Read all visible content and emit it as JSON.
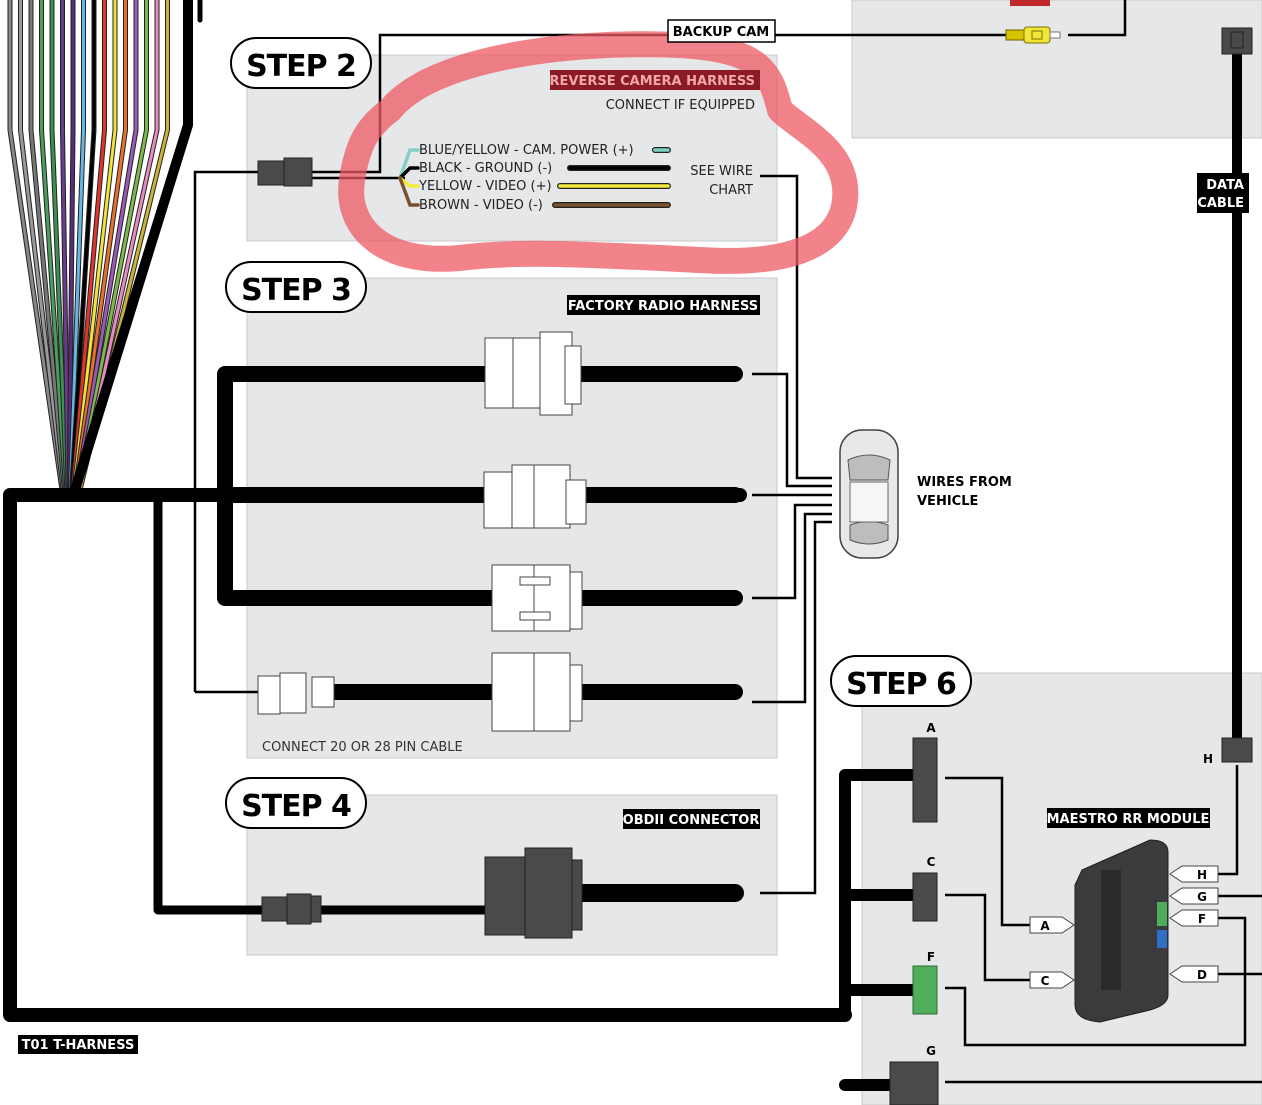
{
  "steps": {
    "step2": "STEP 2",
    "step3": "STEP 3",
    "step4": "STEP 4",
    "step6": "STEP 6"
  },
  "labels": {
    "backup_cam": "BACKUP CAM",
    "reverse_camera_harness": "REVERSE CAMERA HARNESS",
    "connect_if_equipped": "CONNECT IF EQUIPPED",
    "see_wire_line1": "SEE WIRE",
    "see_wire_line2": "CHART",
    "factory_radio_harness": "FACTORY RADIO HARNESS",
    "connect_20_28": "CONNECT 20 OR 28 PIN CABLE",
    "wires_from_line1": "WIRES FROM",
    "wires_from_line2": "VEHICLE",
    "obdii_connector": "OBDII CONNECTOR",
    "t01_harness": "T01 T-HARNESS",
    "data_cable_line1": "DATA",
    "data_cable_line2": "CABLE",
    "maestro_module": "MAESTRO RR MODULE"
  },
  "camera_wires": [
    {
      "label": "BLUE/YELLOW - CAM. POWER (+)",
      "color": "#7fd1c4"
    },
    {
      "label": "BLACK - GROUND (-)",
      "color": "#000000"
    },
    {
      "label": "YELLOW - VIDEO (+)",
      "color": "#f4ea3a"
    },
    {
      "label": "BROWN - VIDEO (-)",
      "color": "#7a5230"
    }
  ],
  "step6_connectors": {
    "left": [
      "A",
      "C",
      "F",
      "G"
    ],
    "top_right": "H",
    "module_ports": [
      "H",
      "G",
      "F",
      "D"
    ],
    "module_inputs": [
      "A",
      "C"
    ]
  },
  "colors": {
    "panel": "#e6e7e9",
    "highlight": "#ee5a63",
    "connector_dark": "#4a4a4c",
    "connector_green": "#4fae5a",
    "harness_label_bg": "#000000"
  },
  "harness_wire_colors": [
    "#888888",
    "#999999",
    "#777777",
    "#4a9d5c",
    "#3e8f50",
    "#6b3b8f",
    "#5a2d78",
    "#66b7e6",
    "#000000",
    "#e0342c",
    "#f2e33a",
    "#e8702c",
    "#9b59b6",
    "#7cb84a",
    "#e58bbf",
    "#c9b23a"
  ]
}
